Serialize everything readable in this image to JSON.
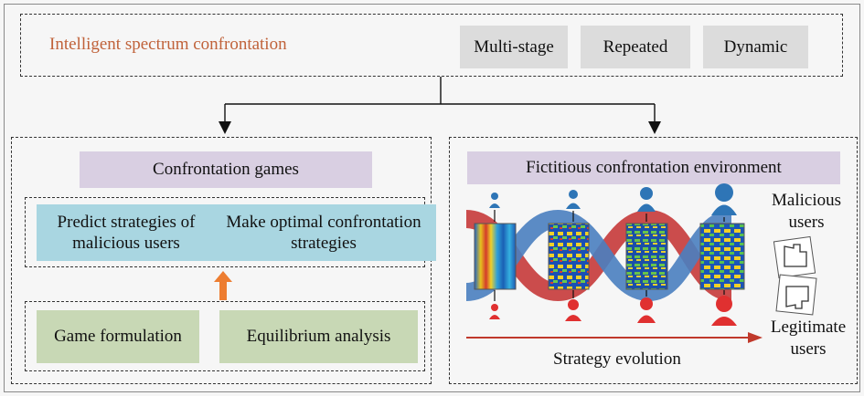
{
  "top": {
    "title": "Intelligent spectrum confrontation",
    "tags": [
      "Multi-stage",
      "Repeated",
      "Dynamic"
    ]
  },
  "left": {
    "title": "Confrontation games",
    "upper": [
      "Predict strategies of malicious users",
      "Make optimal confrontation strategies"
    ],
    "lower": [
      "Game formulation",
      "Equilibrium analysis"
    ]
  },
  "right": {
    "title": "Fictitious confrontation environment",
    "malicious_label": "Malicious users",
    "legitimate_label": "Legitimate users",
    "evolution_label": "Strategy evolution"
  },
  "colors": {
    "title_orange": "#c0623a",
    "tag_gray": "#dcdcdc",
    "header_purple": "#d9cfe2",
    "box_blue": "#a9d6e1",
    "box_green": "#c8d8b5",
    "arrow_orange": "#ed7d31",
    "user_blue": "#2e75b6",
    "user_red": "#e03030",
    "evolution_arrow": "#c0392b"
  },
  "icons": [
    "arrow-down-icon",
    "arrow-up-icon",
    "user-icon",
    "fist-icon",
    "spectrum-icon",
    "helix-icon"
  ]
}
